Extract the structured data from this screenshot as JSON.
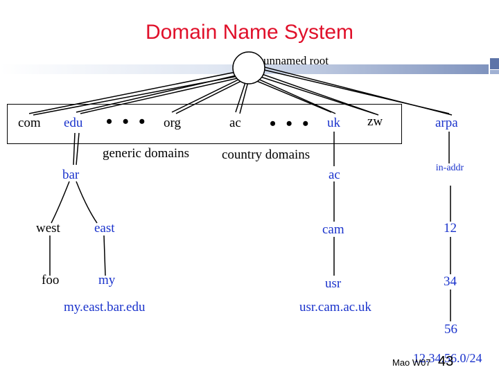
{
  "title": "Domain Name System",
  "root_label": "unnamed root",
  "top_level": [
    "com",
    "edu",
    "org",
    "ac",
    "uk",
    "zw",
    "arpa"
  ],
  "ellipsis": "• • •",
  "group_labels": {
    "generic": "generic domains",
    "country": "country domains"
  },
  "left_tree": {
    "bar": "bar",
    "west": "west",
    "east": "east",
    "foo": "foo",
    "my": "my",
    "fqdn": "my.east.bar.edu"
  },
  "uk_tree": {
    "ac": "ac",
    "cam": "cam",
    "usr": "usr",
    "fqdn": "usr.cam.ac.uk"
  },
  "arpa_tree": {
    "in_addr": "in-addr",
    "n12": "12",
    "n34": "34",
    "n56": "56",
    "fqdn": "12.34.56.0/24"
  },
  "footer": {
    "author": "Mao W07",
    "page": "43"
  },
  "colors": {
    "title": "#e0102a",
    "blue_text": "#1a33cc",
    "deco": "#7f93be"
  }
}
